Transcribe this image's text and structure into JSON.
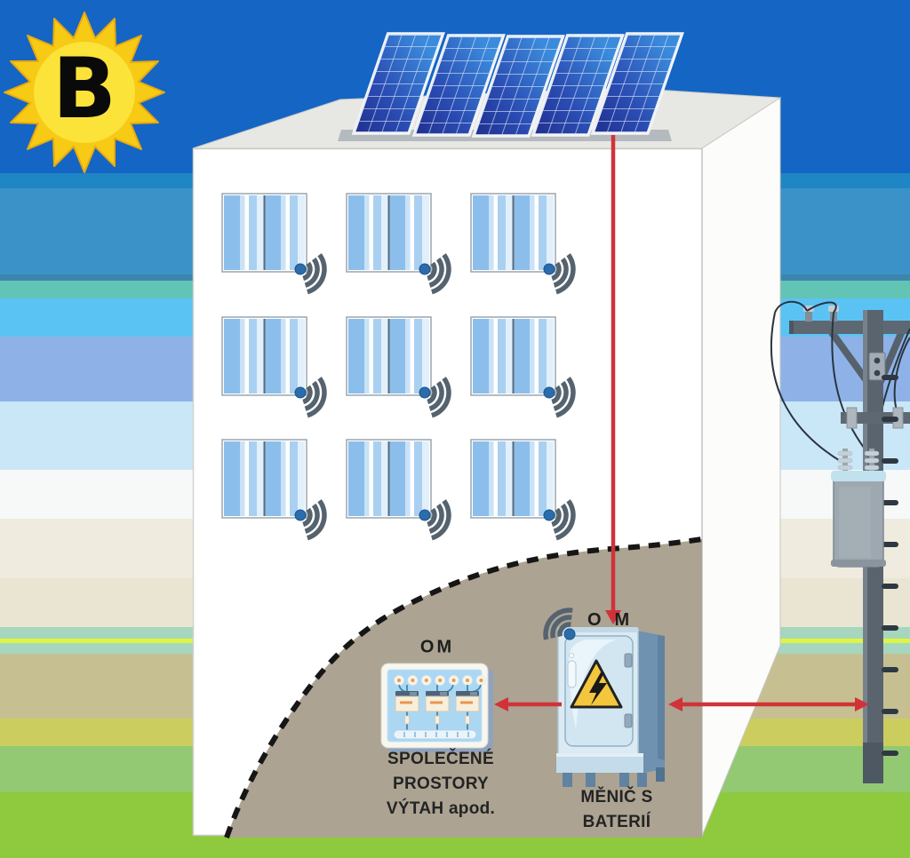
{
  "sun": {
    "badge": "B"
  },
  "meter_panel": {
    "label": "OM",
    "caption": "SPOLEČENÉ\nPROSTORY\nVÝTAH apod.",
    "meters_count": 3
  },
  "inverter": {
    "label": "OM",
    "caption": "MĚNIČ S\nBATERIÍ"
  },
  "building": {
    "windows_count": 9,
    "window_rows": 3,
    "window_cols": 3,
    "solar_panels_count": 5
  },
  "icons": {
    "sun": "sun-star-icon",
    "window_transmitter": "wifi-icon",
    "inverter_transmitter": "wifi-icon",
    "hazard": "high-voltage-warning-icon",
    "solar": "solar-panel-icon",
    "pole": "utility-pole-icon",
    "transformer": "pole-transformer-icon"
  },
  "colors": {
    "sky": "#1565C4",
    "sun": "#F7CA16",
    "sun_core": "#FCE339",
    "arrow_red": "#D13239",
    "underground_tan": "#ACA392",
    "panel_dark": "#202F8E",
    "panel_light": "#3B8BDC",
    "grass_green": "#8FC93E",
    "warning_yellow": "#F4C63D",
    "cabinet_blue": "#DCEAF4",
    "meter_board_blue": "#ABD7F3"
  }
}
